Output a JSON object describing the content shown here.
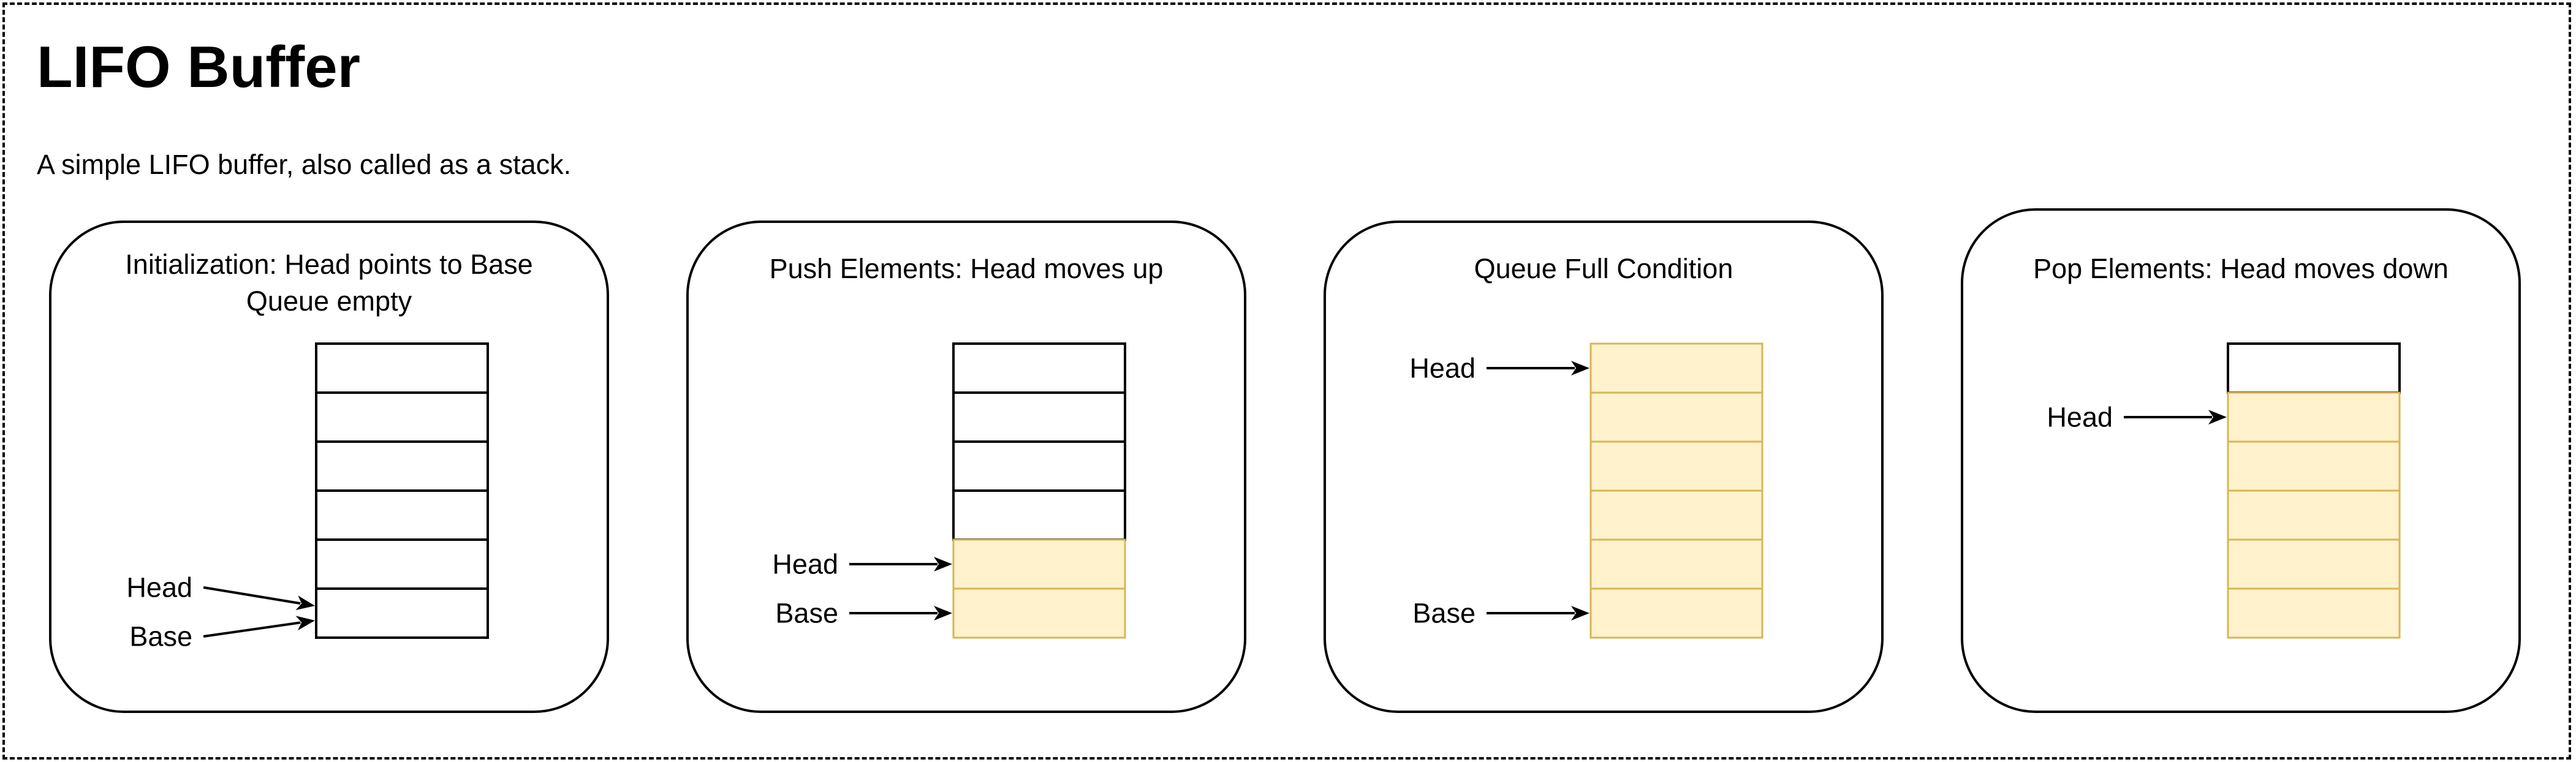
{
  "title": "LIFO Buffer",
  "subtitle": "A simple LIFO buffer, also called as a stack.",
  "colors": {
    "filled_cell_fill": "#fff2cc",
    "filled_cell_stroke": "#d6b656",
    "empty_cell_fill": "#ffffff",
    "empty_cell_stroke": "#000000"
  },
  "panels": [
    {
      "title_lines": [
        "Initialization: Head points to Base",
        "Queue empty"
      ],
      "cells": [
        "empty",
        "empty",
        "empty",
        "empty",
        "empty",
        "empty"
      ],
      "pointers": [
        {
          "label": "Head",
          "cell": 5,
          "converge": true
        },
        {
          "label": "Base",
          "cell": 5,
          "converge": true
        }
      ]
    },
    {
      "title_lines": [
        "Push Elements: Head moves up"
      ],
      "cells": [
        "empty",
        "empty",
        "empty",
        "empty",
        "filled",
        "filled"
      ],
      "pointers": [
        {
          "label": "Head",
          "cell": 4
        },
        {
          "label": "Base",
          "cell": 5
        }
      ]
    },
    {
      "title_lines": [
        "Queue Full Condition"
      ],
      "cells": [
        "filled",
        "filled",
        "filled",
        "filled",
        "filled",
        "filled"
      ],
      "pointers": [
        {
          "label": "Head",
          "cell": 0
        },
        {
          "label": "Base",
          "cell": 5
        }
      ]
    },
    {
      "title_lines": [
        "Pop Elements: Head moves down"
      ],
      "cells": [
        "empty",
        "filled",
        "filled",
        "filled",
        "filled",
        "filled"
      ],
      "pointers": [
        {
          "label": "Head",
          "cell": 1
        }
      ]
    }
  ]
}
